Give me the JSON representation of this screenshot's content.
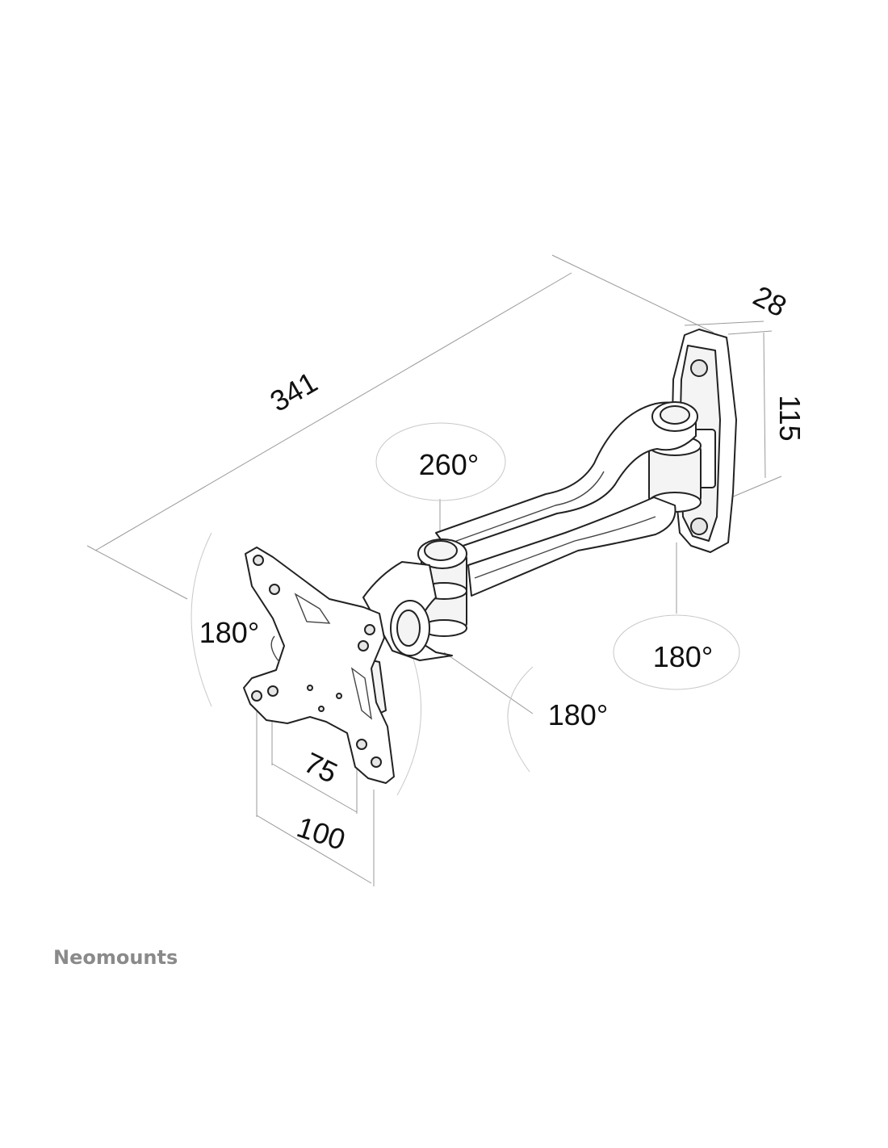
{
  "dimensions": {
    "length": "341",
    "depth": "28",
    "height": "115",
    "vesa_small": "75",
    "vesa_large": "100"
  },
  "rotations": {
    "arm_swivel": "260°",
    "wall_swivel": "180°",
    "tilt": "180°",
    "rotate": "180°"
  },
  "brand": {
    "name": "Neomounts"
  }
}
